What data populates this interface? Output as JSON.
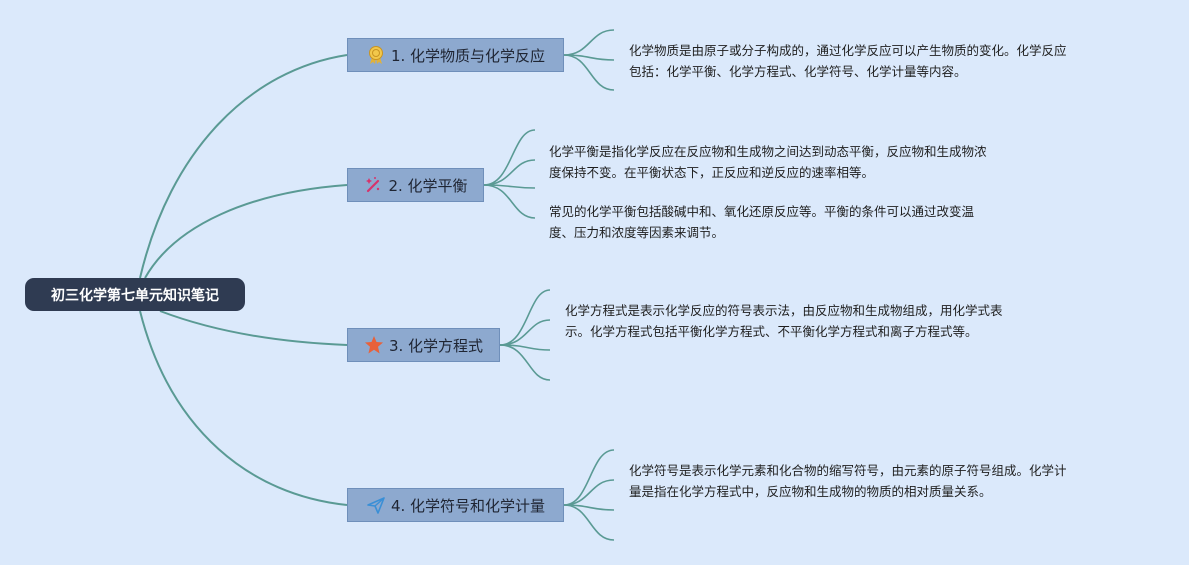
{
  "root": {
    "title": "初三化学第七单元知识笔记"
  },
  "branches": [
    {
      "label": "1. 化学物质与化学反应",
      "icon": "award-ribbon-icon",
      "notes": [
        {
          "lines": [
            "化学物质是由原子或分子构成的，通过化学反应可以产生物质的变化。化学反应",
            "包括：化学平衡、化学方程式、化学符号、化学计量等内容。"
          ]
        }
      ]
    },
    {
      "label": "2. 化学平衡",
      "icon": "magic-wand-icon",
      "notes": [
        {
          "lines": [
            "化学平衡是指化学反应在反应物和生成物之间达到动态平衡，反应物和生成物浓",
            "度保持不变。在平衡状态下，正反应和逆反应的速率相等。"
          ]
        },
        {
          "lines": [
            "常见的化学平衡包括酸碱中和、氧化还原反应等。平衡的条件可以通过改变温",
            "度、压力和浓度等因素来调节。"
          ]
        }
      ]
    },
    {
      "label": "3. 化学方程式",
      "icon": "star-icon",
      "notes": [
        {
          "lines": [
            "化学方程式是表示化学反应的符号表示法，由反应物和生成物组成，用化学式表",
            "示。化学方程式包括平衡化学方程式、不平衡化学方程式和离子方程式等。"
          ]
        }
      ]
    },
    {
      "label": "4. 化学符号和化学计量",
      "icon": "paper-plane-icon",
      "notes": [
        {
          "lines": [
            "化学符号是表示化学元素和化合物的缩写符号，由元素的原子符号组成。化学计",
            "量是指在化学方程式中，反应物和生成物的物质的相对质量关系。"
          ]
        }
      ]
    }
  ],
  "colors": {
    "background": "#dbe9fb",
    "root_fill": "#2f3b52",
    "branch_fill": "#8da9cf",
    "connector": "#5a9a94",
    "star": "#e8613a",
    "award": "#e2b23a",
    "wand": "#d6336c",
    "plane": "#3a8fd6"
  }
}
